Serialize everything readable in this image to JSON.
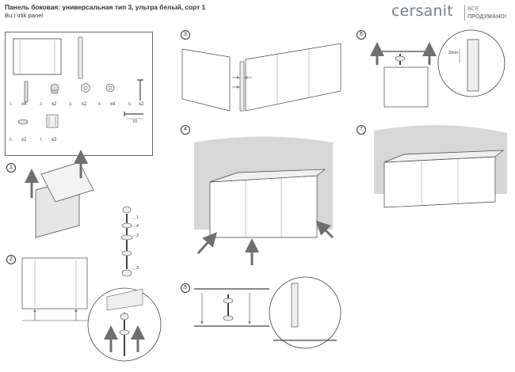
{
  "header": {
    "title": "Панель боковая: универсальная тип 3, ультра белый, сорт 1",
    "subtitle": "Bu¨i¨irlik panel"
  },
  "brand": {
    "name": "cersanit",
    "tagline_line1": "ВСЕ",
    "tagline_line2": "ПРОДУМАНО!"
  },
  "parts": {
    "items": [
      {
        "index": "1.",
        "qty": "x4"
      },
      {
        "index": "2.",
        "qty": "x2"
      },
      {
        "index": "3.",
        "qty": "x2"
      },
      {
        "index": "4.",
        "qty": "x4"
      },
      {
        "index": "5.",
        "qty": "x2"
      },
      {
        "index": "6.",
        "qty": "x2"
      },
      {
        "index": "7.",
        "qty": "x2"
      }
    ],
    "dimension": "70"
  },
  "steps": [
    "1",
    "2",
    "3",
    "4",
    "5",
    "6",
    "7"
  ],
  "step4_labels": [
    "1",
    "4",
    "2",
    "3"
  ],
  "step6_label": "2mm",
  "colors": {
    "line": "#444444",
    "wall": "#d7d7d7",
    "arrow": "#6f6f6f",
    "brand": "#7a7f87"
  }
}
